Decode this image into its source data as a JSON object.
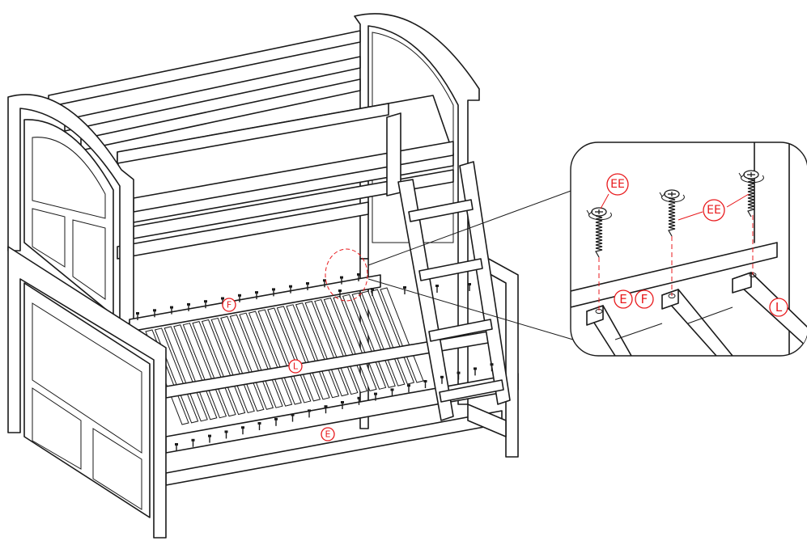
{
  "colors": {
    "line": "#1a1a1a",
    "label": "#e8191c",
    "background": "#ffffff"
  },
  "labels": {
    "screw_ee": "EE",
    "rail_e": "E",
    "rail_f": "F",
    "slat_l": "L"
  },
  "icons": {
    "screw": "phillips-wood-screw-icon",
    "rotate": "clockwise-rotate-arrow-icon"
  }
}
